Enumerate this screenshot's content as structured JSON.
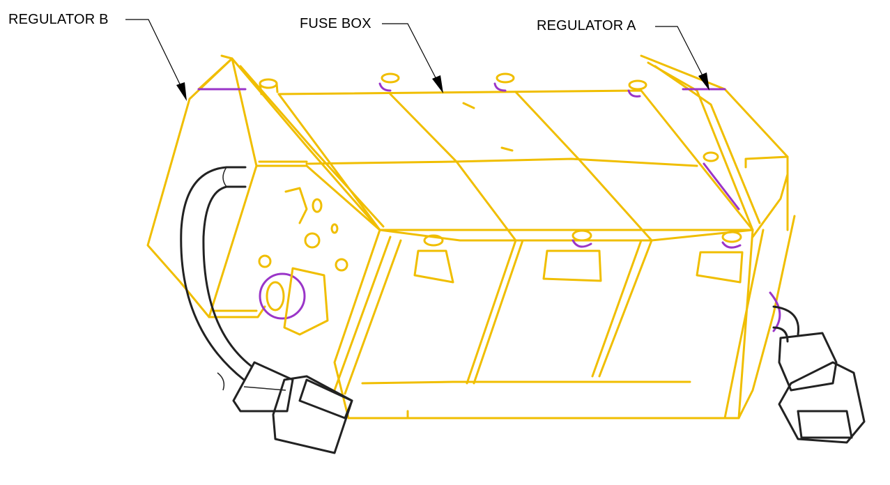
{
  "labels": {
    "regulator_b": "REGULATOR B",
    "fuse_box": "FUSE BOX",
    "regulator_a": "REGULATOR A"
  },
  "colors": {
    "body_outline": "#F0BE00",
    "accent": "#9A35C8",
    "cable": "#222222"
  }
}
